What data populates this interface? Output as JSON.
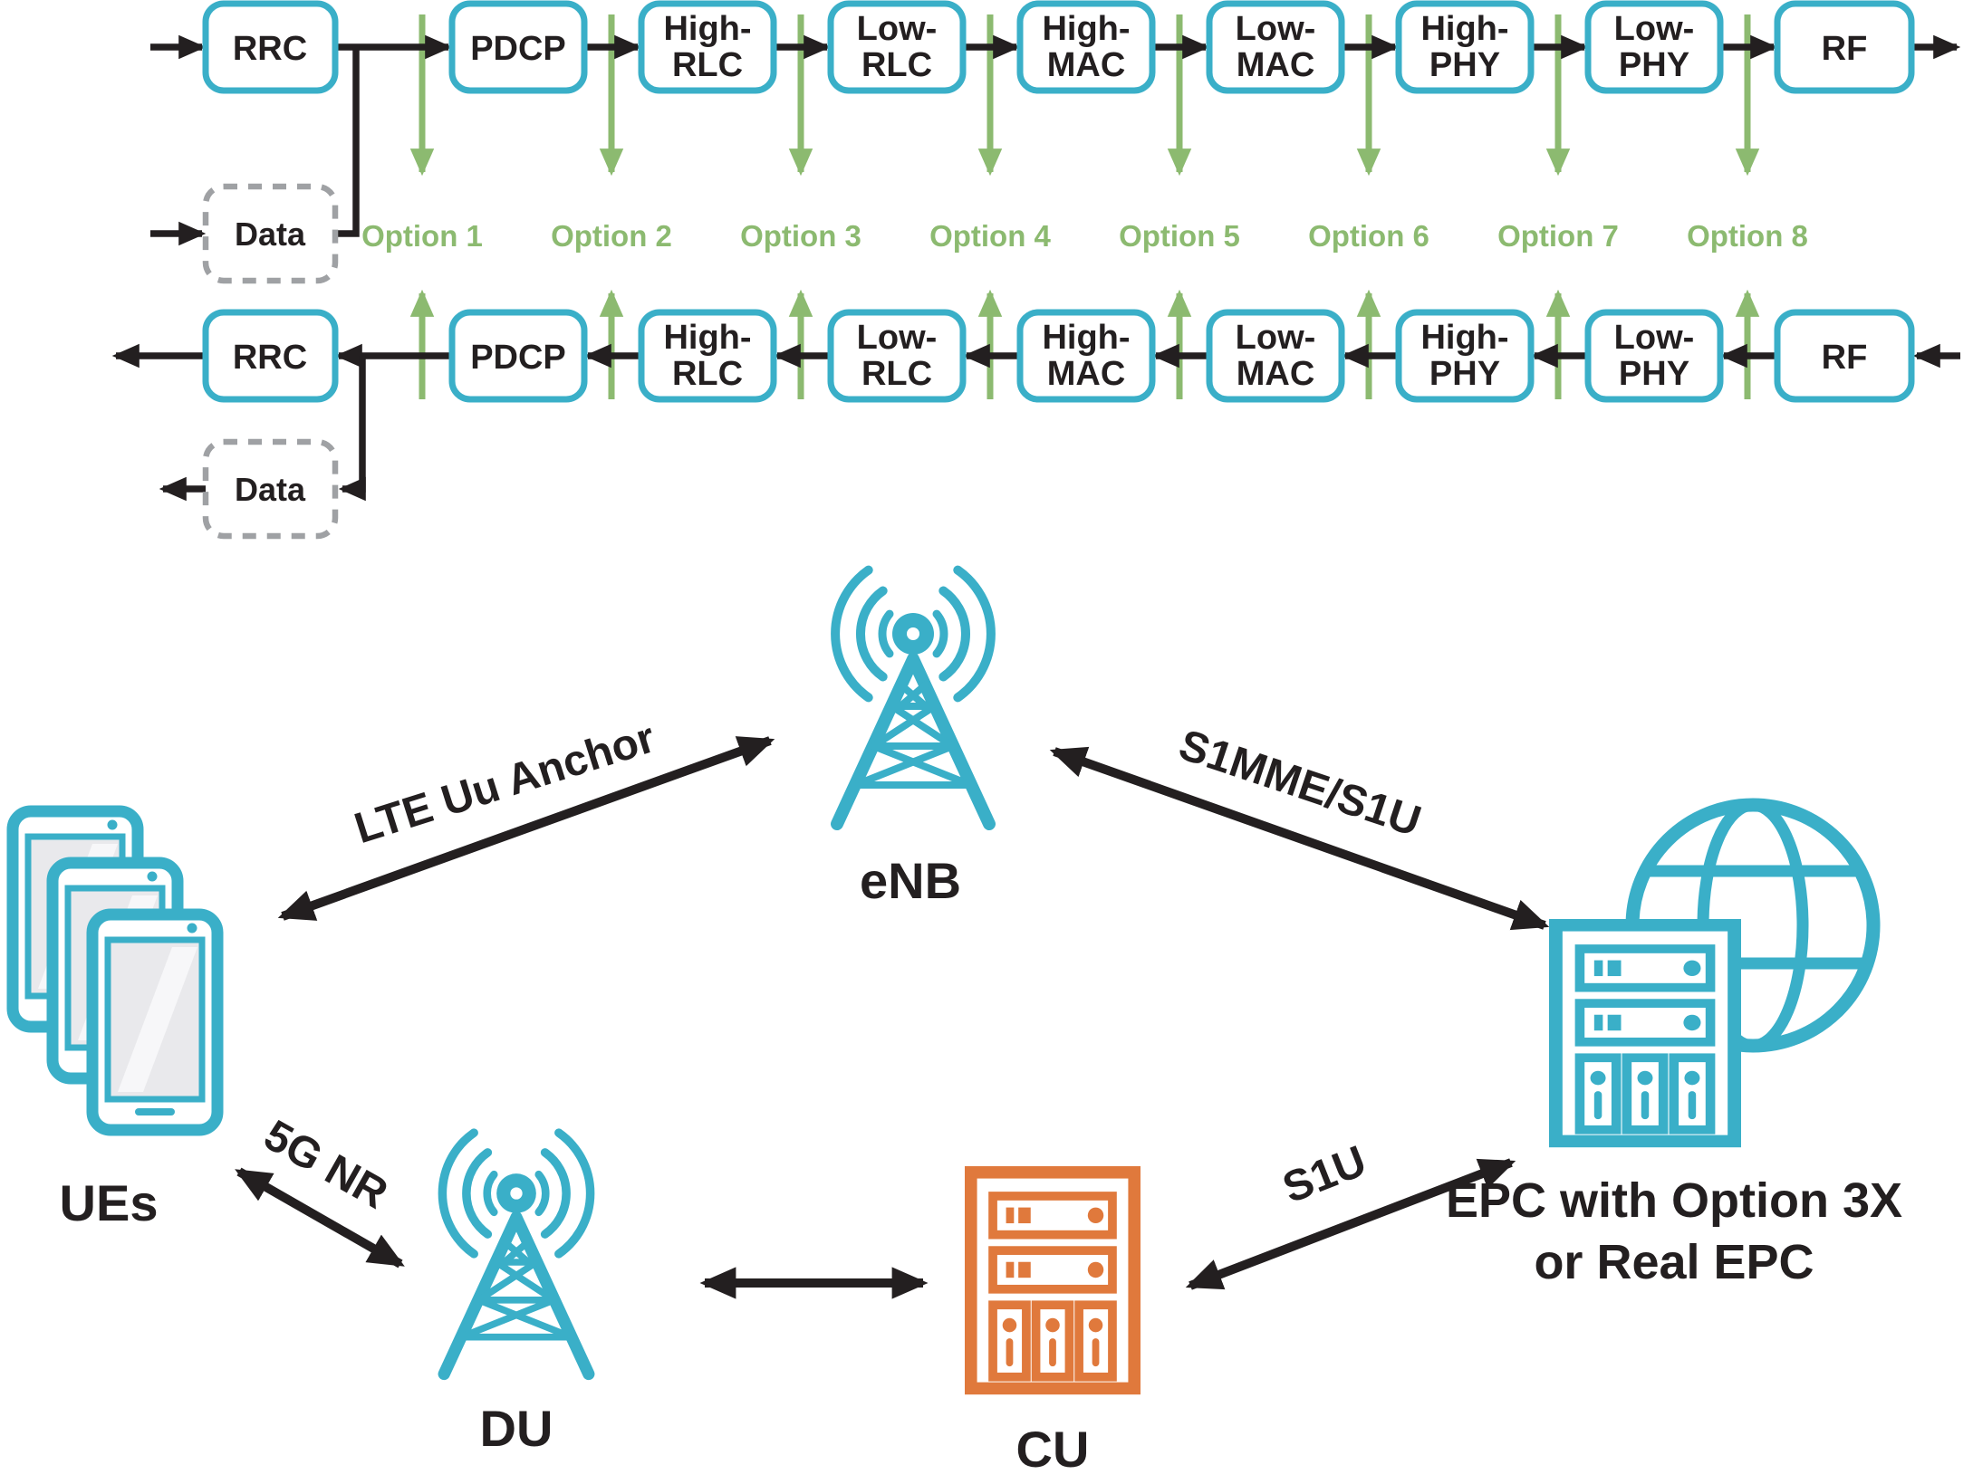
{
  "colors": {
    "teal": "#3AAFC8",
    "green": "#8CBA70",
    "orange": "#E0793C",
    "ink": "#231F20",
    "dashed_gray": "#9FA1A4"
  },
  "protocol_diagram": {
    "layers": [
      {
        "lines": [
          "RRC"
        ]
      },
      {
        "lines": [
          "PDCP"
        ]
      },
      {
        "lines": [
          "High-",
          "RLC"
        ]
      },
      {
        "lines": [
          "Low-",
          "RLC"
        ]
      },
      {
        "lines": [
          "High-",
          "MAC"
        ]
      },
      {
        "lines": [
          "Low-",
          "MAC"
        ]
      },
      {
        "lines": [
          "High-",
          "PHY"
        ]
      },
      {
        "lines": [
          "Low-",
          "PHY"
        ]
      },
      {
        "lines": [
          "RF"
        ]
      }
    ],
    "data_label": "Data",
    "options": [
      "Option 1",
      "Option 2",
      "Option 3",
      "Option 4",
      "Option 5",
      "Option 6",
      "Option 7",
      "Option 8"
    ]
  },
  "network_diagram": {
    "nodes": {
      "ues": {
        "label": "UEs",
        "icon": "smartphone-stack-icon"
      },
      "enb": {
        "label": "eNB",
        "icon": "cell-tower-icon"
      },
      "du": {
        "label": "DU",
        "icon": "cell-tower-icon"
      },
      "cu": {
        "label": "CU",
        "icon": "server-icon"
      },
      "epc": {
        "label_line1": "EPC with Option 3X",
        "label_line2": "or Real EPC",
        "icon": "server-globe-icon"
      }
    },
    "links": {
      "ues_enb": {
        "label": "LTE Uu Anchor"
      },
      "enb_epc": {
        "label": "S1MME/S1U"
      },
      "ues_du": {
        "label": "5G NR"
      },
      "cu_epc": {
        "label": "S1U"
      }
    }
  }
}
